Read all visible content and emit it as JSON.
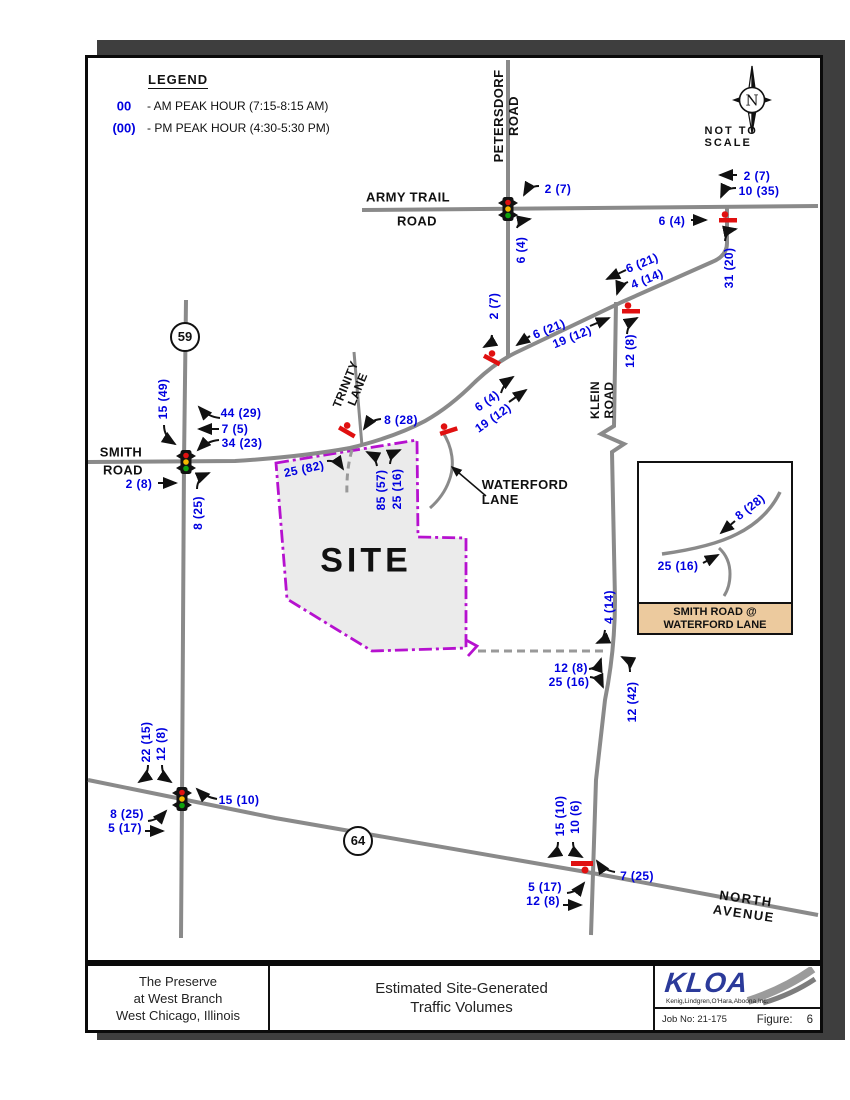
{
  "legend": {
    "title": "LEGEND",
    "am_symbol": "00",
    "am_label": "- AM PEAK HOUR (7:15-8:15 AM)",
    "pm_symbol": "(00)",
    "pm_label": "- PM PEAK HOUR (4:30-5:30 PM)"
  },
  "compass": {
    "letter": "N",
    "note": "NOT TO SCALE"
  },
  "roads": {
    "petersdorf_line1": "PETERSDORF",
    "petersdorf_line2": "ROAD",
    "army_trail_line1": "ARMY TRAIL",
    "army_trail_line2": "ROAD",
    "trinity_line1": "TRINITY",
    "trinity_line2": "LANE",
    "smith_line1": "SMITH",
    "smith_line2": "ROAD",
    "klein_line1": "KLEIN",
    "klein_line2": "ROAD",
    "waterford_line1": "WATERFORD",
    "waterford_line2": "LANE",
    "north_ave_line1": "NORTH",
    "north_ave_line2": "AVENUE",
    "route59": "59",
    "route64": "64"
  },
  "site_label": "SITE",
  "volumes": {
    "army_petersdorf": {
      "a": "2 (7)",
      "b": "6 (4)"
    },
    "army_east": {
      "a": "2 (7)",
      "b": "10 (35)",
      "c": "6 (4)",
      "d": "31 (20)"
    },
    "klein_diagonal": {
      "a": "6 (21)",
      "b": "4 (14)",
      "c": "19 (12)",
      "d": "12 (8)"
    },
    "mid_diagonal": {
      "a": "6 (21)",
      "b": "2 (7)"
    },
    "waterford": {
      "a": "6 (4)",
      "b": "19 (12)",
      "c": "8 (28)"
    },
    "smith_site_access": {
      "a": "25 (82)",
      "b": "85 (57)",
      "c": "25 (16)"
    },
    "smith_rt59": {
      "a": "15 (49)",
      "b": "44 (29)",
      "c": "7 (5)",
      "d": "34 (23)",
      "e": "2 (8)",
      "f": "8 (25)"
    },
    "klein_site_access": {
      "a": "4 (14)",
      "b": "12 (8)",
      "c": "25 (16)",
      "d": "12 (42)"
    },
    "rt59_rt64": {
      "a": "22 (15)",
      "b": "12 (8)",
      "c": "15 (10)",
      "d": "8 (25)",
      "e": "5 (17)"
    },
    "klein_north_ave": {
      "a": "15 (10)",
      "b": "10 (6)",
      "c": "7 (25)",
      "d": "5 (17)",
      "e": "12 (8)"
    }
  },
  "inset": {
    "vol_a": "8 (28)",
    "vol_b": "25 (16)",
    "caption_line1": "SMITH ROAD @",
    "caption_line2": "WATERFORD LANE"
  },
  "title_block": {
    "project_line1": "The Preserve",
    "project_line2": "at West Branch",
    "project_line3": "West Chicago, Illinois",
    "title_line1": "Estimated Site-Generated",
    "title_line2": "Traffic Volumes",
    "logo_text": "KLOA",
    "logo_subtext": "Kenig,Lindgren,O'Hara,Aboona,Inc.",
    "job_no": "Job No: 21-175",
    "figure_label": "Figure:",
    "figure_number": "6"
  }
}
